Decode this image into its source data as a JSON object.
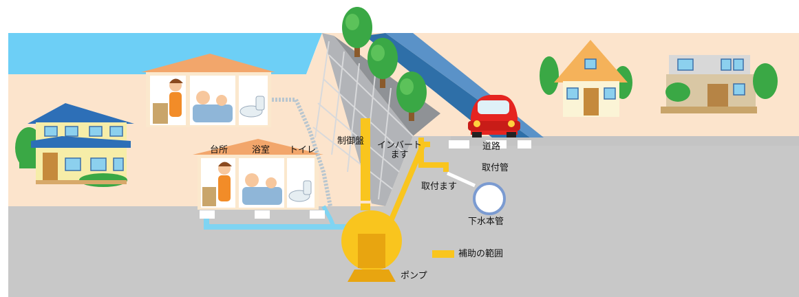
{
  "labels": {
    "kitchen": "台所",
    "bathroom": "浴室",
    "toilet": "トイレ",
    "control_panel": "制御盤",
    "invert_basin": "インバート\nます",
    "road": "道路",
    "connection_pipe": "取付管",
    "connection_basin": "取付ます",
    "main_sewer": "下水本管",
    "pump": "ポンプ",
    "legend_subsidy": "補助の範囲"
  },
  "colors": {
    "subsidy_range": "#f9c51e",
    "sky": "#6dcff6",
    "ground": "#fce4cc",
    "underground": "#c8c8c8",
    "river": "#2e6fa8",
    "drain_pipe": "#7fd4f2",
    "sewer_main_ring": "#7b9bd1"
  },
  "icons": [
    "house-icon",
    "tree-icon",
    "car-icon",
    "person-icon",
    "bathtub-icon",
    "toilet-icon",
    "pump-icon",
    "sewer-pipe-icon"
  ]
}
